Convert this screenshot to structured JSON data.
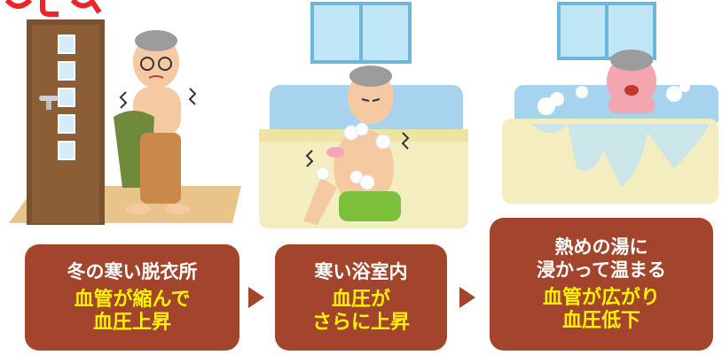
{
  "colors": {
    "accent": "#a3452c",
    "headline_text": "#ffffff",
    "highlight_text": "#fff200",
    "title_red": "#e8262b"
  },
  "steps": [
    {
      "heading": [
        "冬の寒い脱衣所"
      ],
      "effect": [
        "血管が縮んで",
        "血圧上昇"
      ]
    },
    {
      "heading": [
        "寒い浴室内"
      ],
      "effect": [
        "血圧が",
        "さらに上昇"
      ]
    },
    {
      "heading": [
        "熱めの湯に",
        "浸かって温まる"
      ],
      "effect": [
        "血管が広がり",
        "血圧低下"
      ]
    }
  ]
}
